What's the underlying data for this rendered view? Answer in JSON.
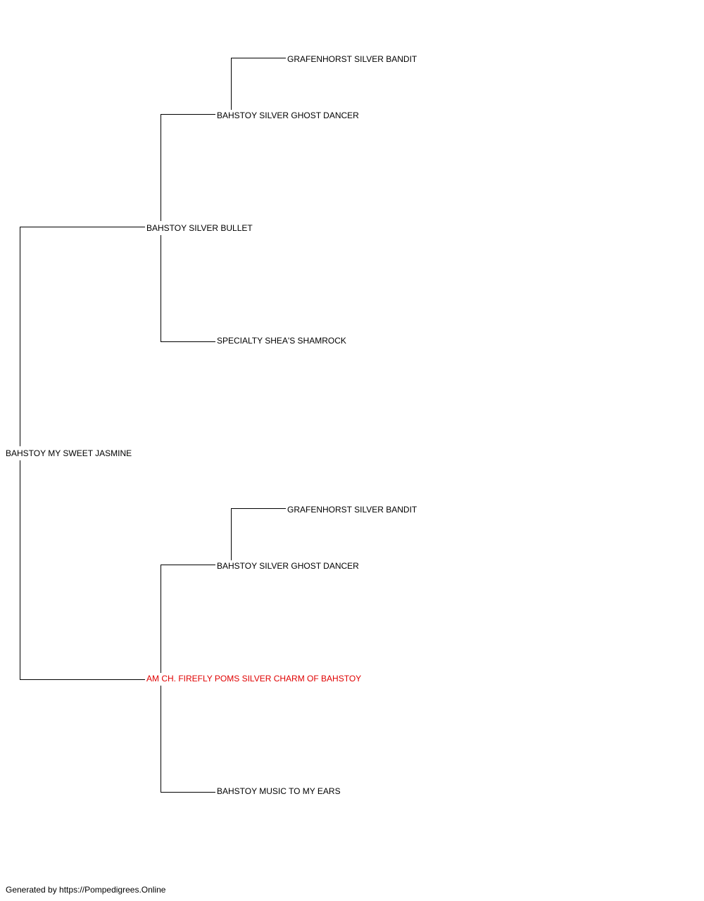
{
  "colors": {
    "default_text": "#000000",
    "highlight_text": "#e00000",
    "line": "#000000"
  },
  "pedigree": {
    "subject": "BAHSTOY MY SWEET JASMINE",
    "sire": "BAHSTOY SILVER BULLET",
    "sire_sire": "BAHSTOY SILVER GHOST DANCER",
    "sire_sire_sire": "GRAFENHORST SILVER BANDIT",
    "sire_dam": "SPECIALTY SHEA'S SHAMROCK",
    "dam": "AM CH. FIREFLY POMS SILVER CHARM OF BAHSTOY",
    "dam_sire": "BAHSTOY SILVER GHOST DANCER",
    "dam_sire_sire": "GRAFENHORST SILVER BANDIT",
    "dam_dam": "BAHSTOY MUSIC TO MY EARS"
  },
  "footer": {
    "text": "Generated by https://Pompedigrees.Online"
  }
}
